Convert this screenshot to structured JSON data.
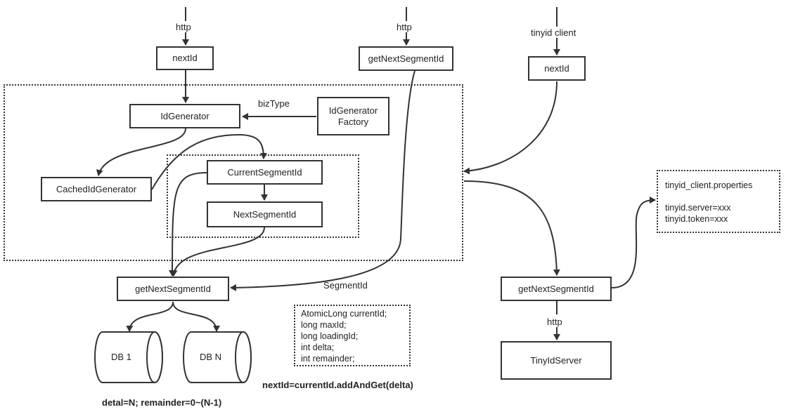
{
  "edges": {
    "http_left": "http",
    "http_middle": "http",
    "tinyid_client": "tinyid client",
    "biz_type": "bizType",
    "segment_id": "SegmentId",
    "http_bottom": "http"
  },
  "nodes": {
    "next_id_left": "nextId",
    "get_next_segment_id_top": "getNextSegmentId",
    "next_id_right": "nextId",
    "id_generator": "IdGenerator",
    "id_generator_factory": "IdGenerator\nFactory",
    "cached_id_generator": "CachedIdGenerator",
    "current_segment_id": "CurrentSegmentId",
    "next_segment_id": "NextSegmentId",
    "get_next_segment_id_bottom": "getNextSegmentId",
    "get_next_segment_id_right": "getNextSegmentId",
    "tiny_id_server": "TinyIdServer",
    "db_1": "DB 1",
    "db_n": "DB N"
  },
  "segment_fields": [
    "AtomicLong currentId;",
    "long maxId;",
    "long loadingId;",
    "int delta;",
    "int remainder;"
  ],
  "client_properties": {
    "title": "tinyid_client.properties",
    "lines": [
      "tinyid.server=xxx",
      "tinyid.token=xxx"
    ]
  },
  "captions": {
    "next_id_formula": "nextId=currentId.addAndGet(delta)",
    "delta_formula": "detal=N; remainder=0~(N-1)"
  }
}
